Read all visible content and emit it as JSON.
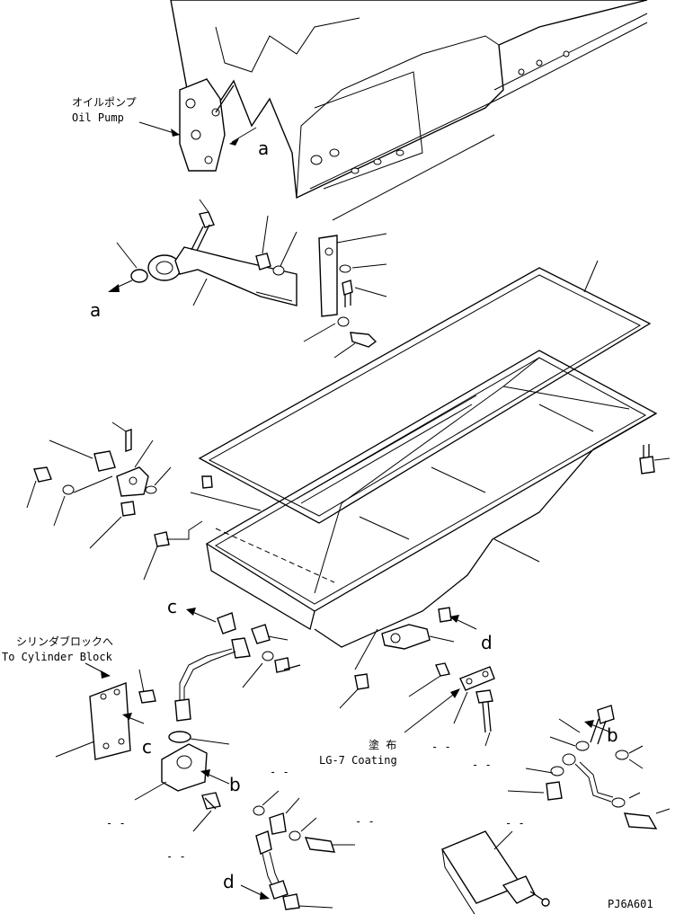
{
  "labels": {
    "oil_pump_jp": "オイルポンプ",
    "oil_pump_en": "Oil Pump",
    "to_cyl_jp": "シリンダブロックへ",
    "to_cyl_en": "To Cylinder Block",
    "coating_jp": "塗 布",
    "coating_en": "LG-7 Coating",
    "drawing_code": "PJ6A601"
  },
  "refs": {
    "a": "a",
    "b": "b",
    "c": "c",
    "d": "d"
  },
  "dash_placeholders": {
    "p1": "- -",
    "p2": "- -",
    "p3": "- -",
    "p4": "- -",
    "p5": "- -",
    "p6": "- -",
    "p7": "- -"
  }
}
